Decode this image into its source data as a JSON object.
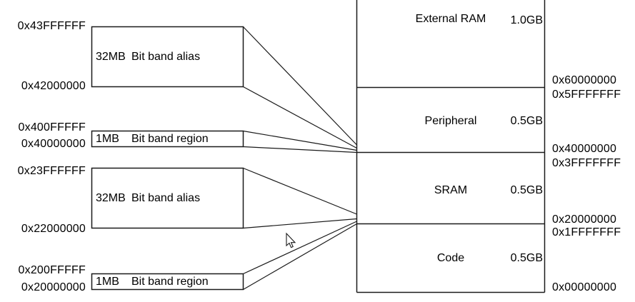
{
  "diagram": {
    "left_blocks": [
      {
        "top_addr": "0x43FFFFFF",
        "bottom_addr": "0x42000000",
        "size": "32MB",
        "label": "Bit band alias"
      },
      {
        "top_addr": "0x400FFFFF",
        "bottom_addr": "0x40000000",
        "size": "1MB",
        "label": "Bit band region"
      },
      {
        "top_addr": "0x23FFFFFF",
        "bottom_addr": "0x22000000",
        "size": "32MB",
        "label": "Bit band alias"
      },
      {
        "top_addr": "0x200FFFFF",
        "bottom_addr": "0x20000000",
        "size": "1MB",
        "label": "Bit band region"
      }
    ],
    "memory_map": {
      "regions": [
        {
          "name": "External RAM",
          "size": "1.0GB"
        },
        {
          "name": "Peripheral",
          "size": "0.5GB"
        },
        {
          "name": "SRAM",
          "size": "0.5GB"
        },
        {
          "name": "Code",
          "size": "0.5GB"
        }
      ],
      "addresses": [
        "0x60000000",
        "0x5FFFFFFF",
        "0x40000000",
        "0x3FFFFFFF",
        "0x20000000",
        "0x1FFFFFFF",
        "0x00000000"
      ]
    },
    "colors": {
      "line": "#1a1a1a",
      "background": "#ffffff",
      "text": "#000000"
    }
  }
}
